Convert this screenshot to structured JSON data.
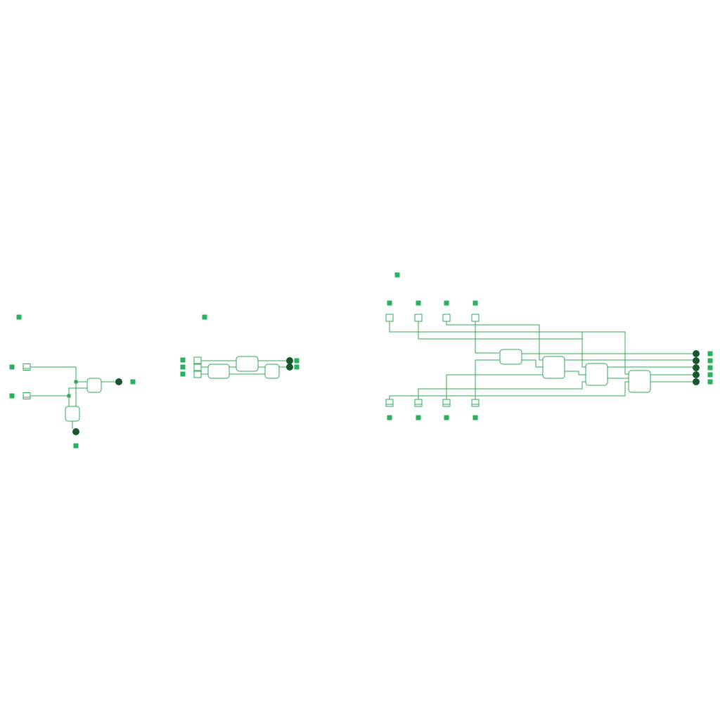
{
  "title": "",
  "colors": {
    "wire": "#2fa85a",
    "marker": "#2ab15e",
    "output_led": "#17562e",
    "background": "#ffffff"
  },
  "circuits": [
    {
      "name": "",
      "inputs": 2,
      "gates": 2,
      "outputs": 2
    },
    {
      "name": "",
      "inputs": 3,
      "gates": 3,
      "outputs": 2
    },
    {
      "name": "",
      "inputs": 8,
      "gates": 4,
      "outputs": 5
    }
  ]
}
